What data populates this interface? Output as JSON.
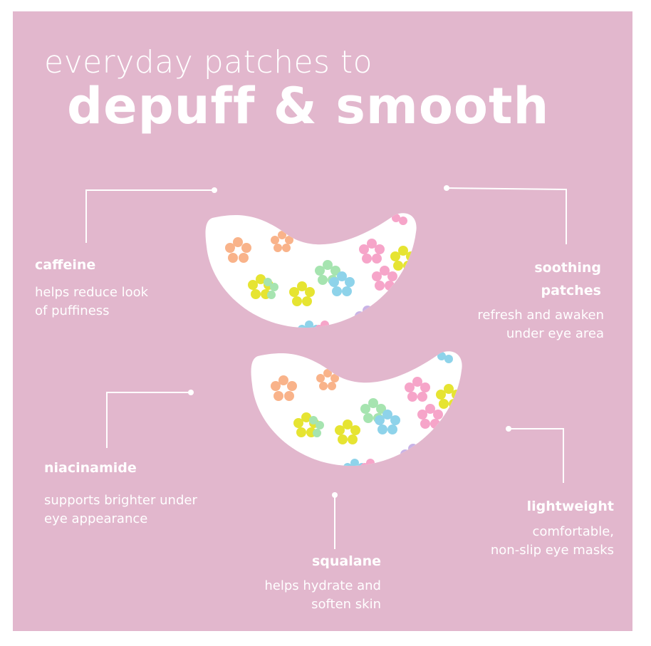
{
  "heading": {
    "line1": "everyday patches to",
    "line2": "depuff & smooth"
  },
  "features": {
    "caffeine": {
      "title": "caffeine",
      "desc_line1": "helps reduce look",
      "desc_line2": "of puffiness"
    },
    "soothing": {
      "title_line1": "soothing",
      "title_line2": "patches",
      "desc_line1": "refresh and awaken",
      "desc_line2": "under eye area"
    },
    "niacinamide": {
      "title": "niacinamide",
      "desc_line1": "supports brighter under",
      "desc_line2": "eye appearance"
    },
    "lightweight": {
      "title": "lightweight",
      "desc_line1": "comfortable,",
      "desc_line2": "non-slip eye masks"
    },
    "squalane": {
      "title": "squalane",
      "desc_line1": "helps hydrate and",
      "desc_line2": "soften skin"
    }
  },
  "colors": {
    "background": "#e2b7cd",
    "text": "#ffffff",
    "patch": "#ffffff",
    "flower_palette": [
      "#f9b38a",
      "#f6a5c9",
      "#e6e432",
      "#a6e4b0",
      "#8ed3ea",
      "#c9b3e6"
    ]
  },
  "product_icon": "flower-print-eye-patch"
}
